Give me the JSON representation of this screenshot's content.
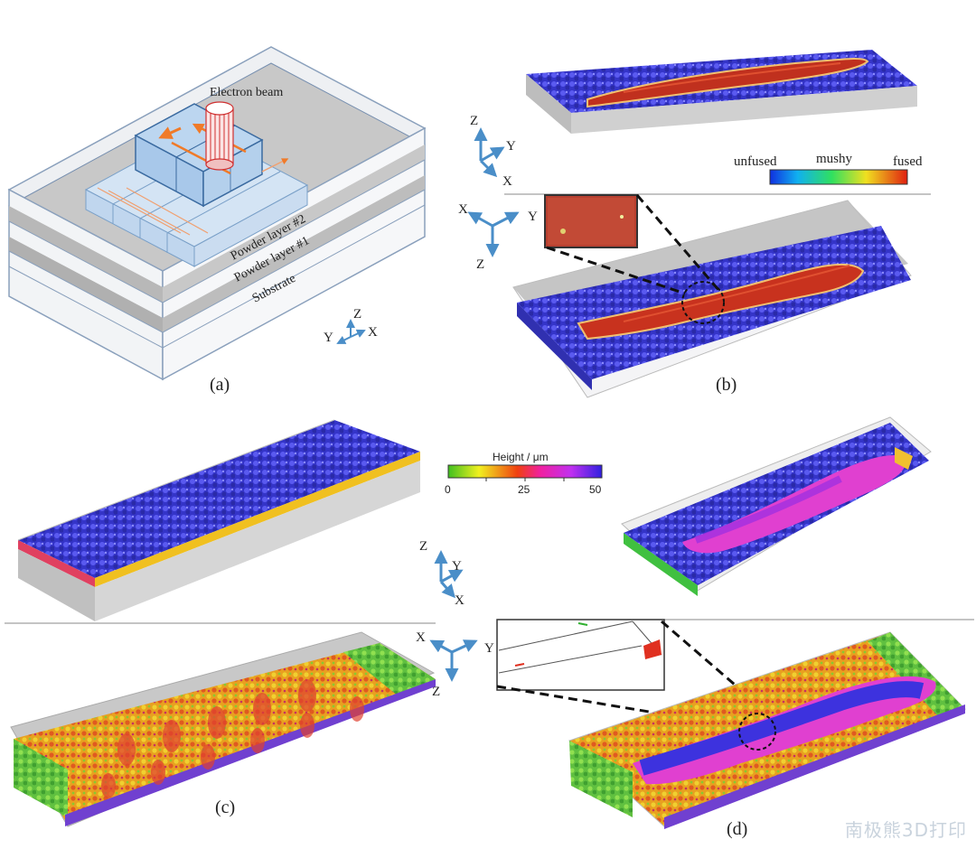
{
  "panel_a": {
    "beam_label": "Electron beam",
    "layer2": "Powder layer #2",
    "layer1": "Powder layer #1",
    "substrate": "Substrate",
    "caption": "(a)"
  },
  "panel_b": {
    "legend_unfused": "unfused",
    "legend_mushy": "mushy",
    "legend_fused": "fused",
    "caption": "(b)"
  },
  "panel_c": {
    "caption": "(c)"
  },
  "panel_d": {
    "caption": "(d)"
  },
  "height_legend": {
    "title": "Height / μm",
    "ticks": [
      "0",
      "25",
      "50"
    ]
  },
  "axes": {
    "x": "X",
    "y": "Y",
    "z": "Z"
  },
  "watermark": "南极熊3D打印",
  "colors": {
    "blue_powder": "#3a3ad8",
    "fused_red": "#c8321e",
    "substrate_gray": "#c4c4c4",
    "arrow_orange": "#f07a28",
    "axis_blue": "#4a8ec8"
  }
}
